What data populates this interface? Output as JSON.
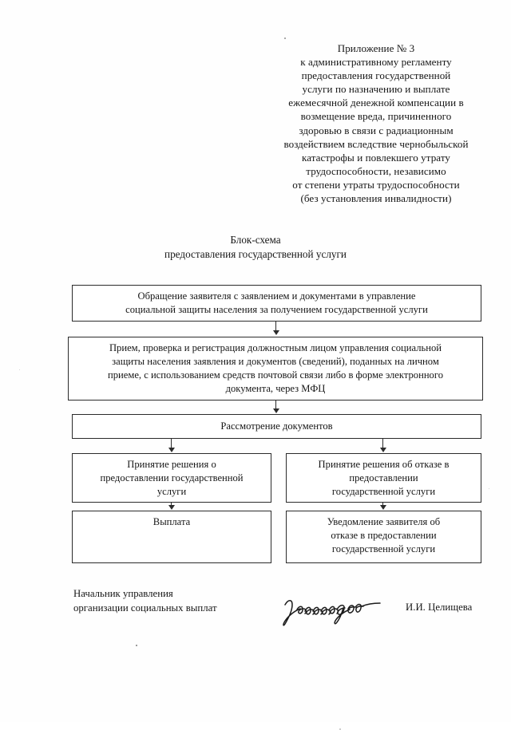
{
  "document": {
    "header": {
      "lines": [
        "Приложение № 3",
        "к административному регламенту",
        "предоставления государственной",
        "услуги по назначению и выплате",
        "ежемесячной денежной компенсации в",
        "возмещение вреда, причиненного",
        "здоровью в связи с радиационным",
        "воздействием вследствие чернобыльской",
        "катастрофы и повлекшего утрату",
        "трудоспособности, независимо",
        "от степени утраты трудоспособности",
        "(без установления инвалидности)"
      ]
    },
    "title": {
      "line1": "Блок-схема",
      "line2": "предоставления государственной услуги"
    },
    "flowchart": {
      "nodes": [
        {
          "id": "request",
          "lines": [
            "Обращение заявителя с заявлением и документами в управление",
            "социальной защиты населения за получением государственной услуги"
          ]
        },
        {
          "id": "intake",
          "lines": [
            "Прием, проверка и регистрация должностным лицом управления социальной",
            "защиты населения заявления и документов (сведений), поданных на личном",
            "приеме, с использованием средств почтовой связи либо в форме электронного",
            "документа, через МФЦ"
          ]
        },
        {
          "id": "review",
          "lines": [
            "Рассмотрение документов"
          ]
        },
        {
          "id": "grant",
          "lines": [
            "Принятие решения о",
            "предоставлении государственной",
            "услуги"
          ]
        },
        {
          "id": "refuse",
          "lines": [
            "Принятие решения об отказе в",
            "предоставлении",
            "государственной услуги"
          ]
        },
        {
          "id": "payment",
          "lines": [
            "Выплата"
          ]
        },
        {
          "id": "notice",
          "lines": [
            "Уведомление заявителя об",
            "отказе в предоставлении",
            "государственной услуги"
          ]
        }
      ]
    },
    "signature": {
      "role_line1": "Начальник управления",
      "role_line2": "организации социальных выплат",
      "name": "И.И. Целищева"
    },
    "colors": {
      "ink": "#2b2b2b",
      "paper": "#fefefe",
      "text": "#161616"
    }
  }
}
